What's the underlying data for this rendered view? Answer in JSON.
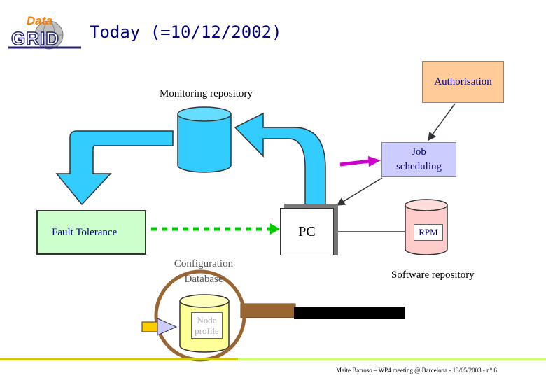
{
  "header": {
    "logo_top": "Data",
    "logo_bottom": "GRID",
    "title": "Today (=10/12/2002)"
  },
  "diagram": {
    "monitoring_label": "Monitoring repository",
    "authorisation": "Authorisation",
    "job_scheduling_line1": "Job",
    "job_scheduling_line2": "scheduling",
    "fault_tolerance": "Fault Tolerance",
    "pc": "PC",
    "rpm": "RPM",
    "software_label": "Software repository",
    "config_label_line1": "Configuration",
    "config_label_line2": "Database",
    "node_line1": "Node",
    "node_line2": "profile"
  },
  "footer": {
    "text": "Maite Barroso – WP4 meeting @ Barcelona - 13/05/2003 - n° 6"
  },
  "colors": {
    "title": "#000080",
    "logo_orange": "#ff7f00",
    "cyan": "#33ccff",
    "authorisation_fill": "#ffcc99",
    "job_fill": "#ccccff",
    "fault_fill": "#ccffcc",
    "green_arrow": "#00cc00",
    "magenta_arrow": "#cc00cc",
    "software_db": "#ffcccc",
    "config_db": "#ffff99",
    "magnifier": "#996633",
    "footer_line": "#ccff66"
  }
}
